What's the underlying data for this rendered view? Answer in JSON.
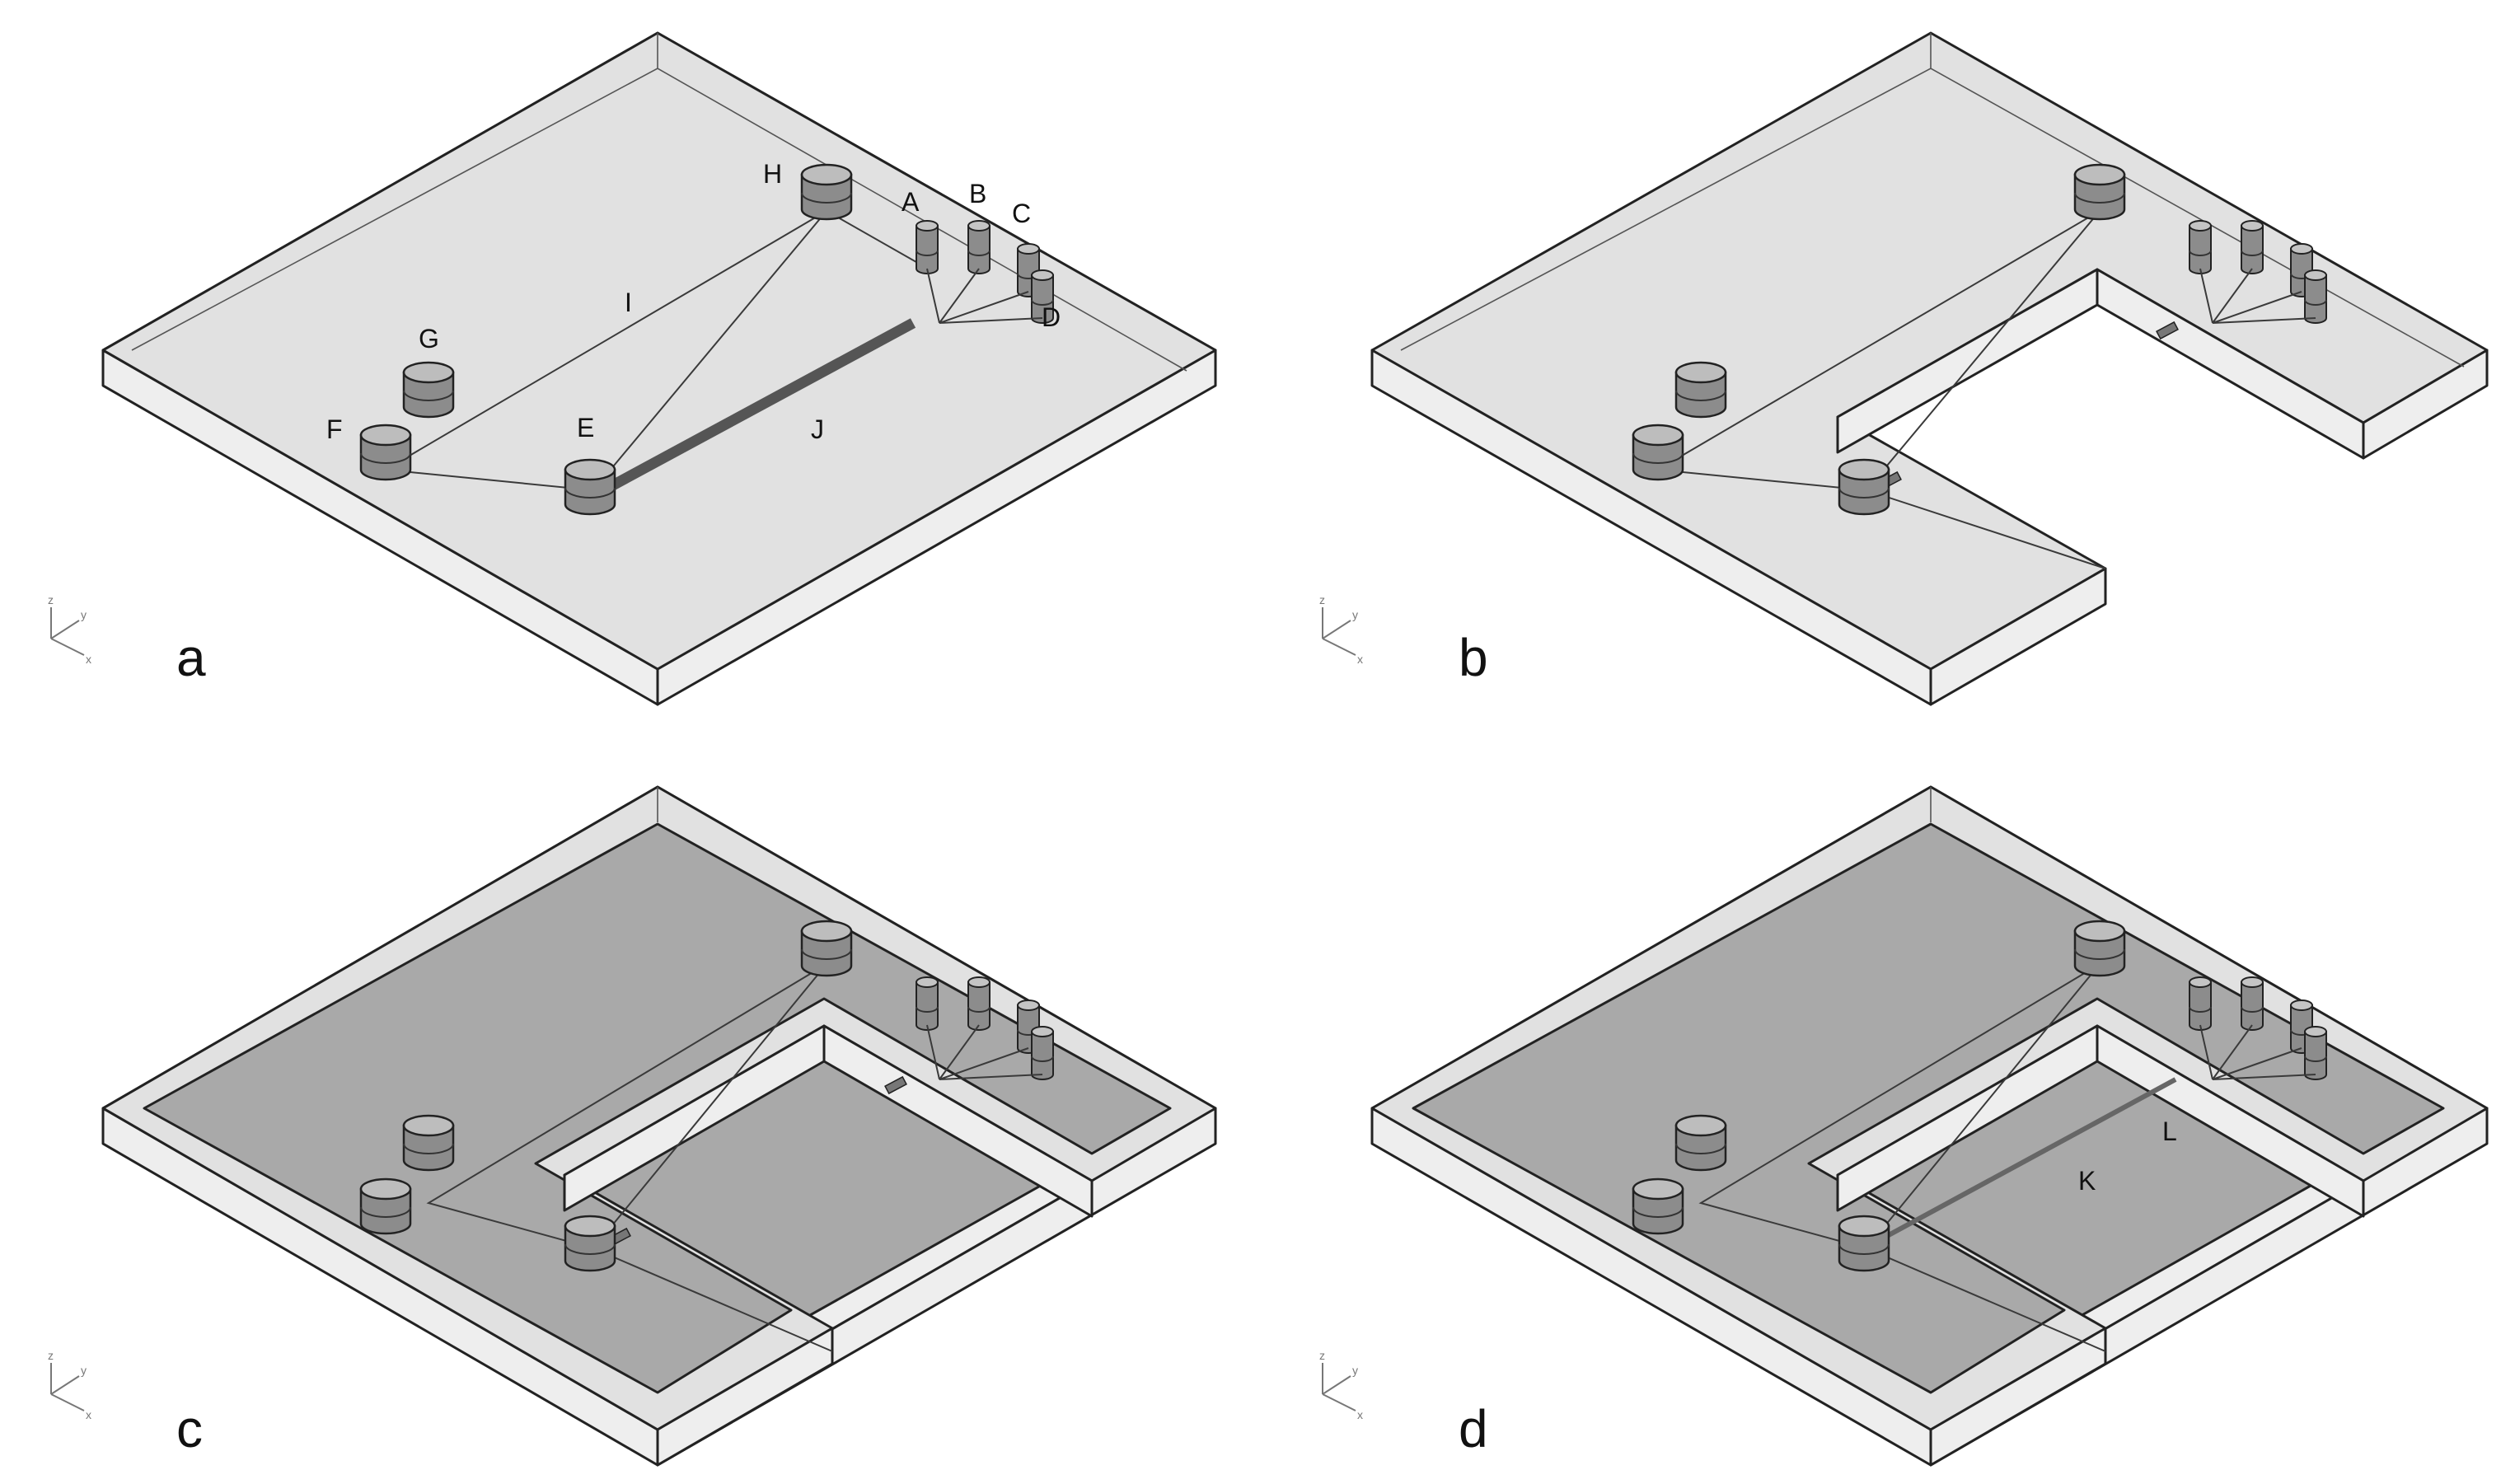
{
  "panel_labels": {
    "a": "a",
    "b": "b",
    "c": "c",
    "d": "d"
  },
  "part_labels": {
    "A": "A",
    "B": "B",
    "C": "C",
    "D": "D",
    "E": "E",
    "F": "F",
    "G": "G",
    "H": "H",
    "I": "I",
    "J": "J",
    "K": "K",
    "L": "L"
  },
  "axis_labels": {
    "z": "z",
    "y": "y",
    "x": "x"
  }
}
